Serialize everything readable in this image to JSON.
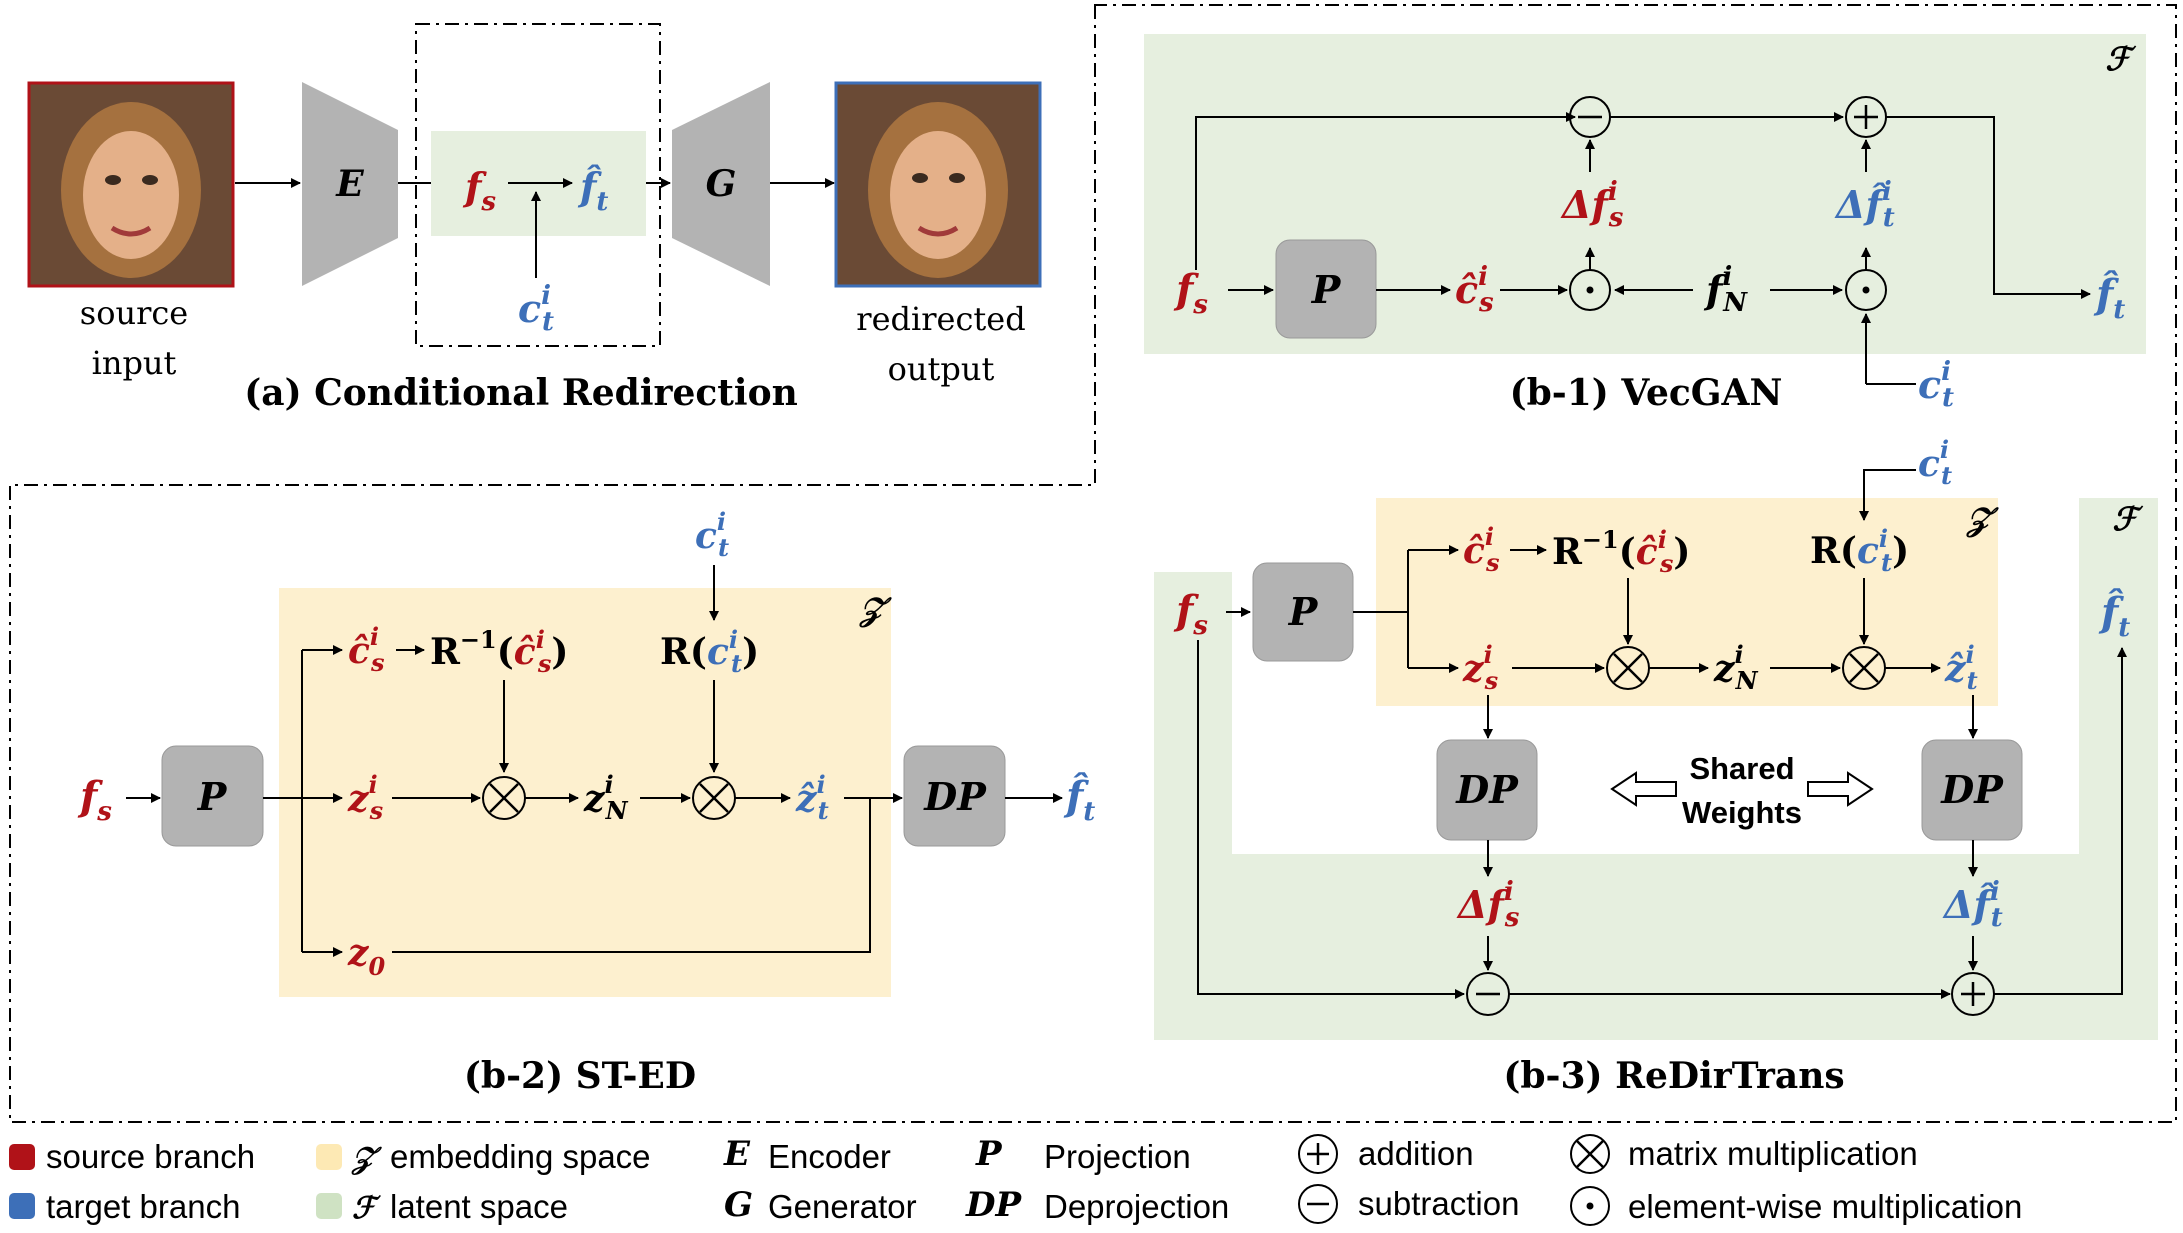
{
  "colors": {
    "source": "#b01218",
    "target": "#3d6fb8",
    "embedding": "#fdf0cf",
    "latent": "#e6efdf",
    "block": "#b3b3b3"
  },
  "panel_a": {
    "title": "(a) Conditional Redirection",
    "source_label": [
      "source",
      "input"
    ],
    "output_label": [
      "redirected",
      "output"
    ],
    "encoder": "E",
    "generator": "G",
    "fs": "f",
    "fs_sub": "s",
    "ft": "f",
    "ft_sub": "t",
    "ct": "c",
    "ct_sup": "i",
    "ct_sub": "t"
  },
  "panel_b1": {
    "title": "(b-1) VecGAN",
    "space": "ℱ",
    "projection": "P",
    "fs": "f",
    "fs_sub": "s",
    "cs_hat": "ĉ",
    "cs_sup": "i",
    "cs_sub": "s",
    "fn": "f",
    "fn_sup": "i",
    "fn_sub": "N",
    "dfs": "Δf",
    "dfs_sup": "i",
    "dfs_sub": "s",
    "dft": "Δf̂",
    "dft_sup": "i",
    "dft_sub": "t",
    "ft": "f̂",
    "ft_sub": "t",
    "ct": "c",
    "ct_sup": "i",
    "ct_sub": "t"
  },
  "panel_b2": {
    "title": "(b-2) ST-ED",
    "space": "𝒵",
    "projection": "P",
    "deprojection": "DP",
    "fs": "f",
    "fs_sub": "s",
    "cs_hat": "ĉ",
    "cs_sup": "i",
    "cs_sub": "s",
    "rinv": "R",
    "rinv_sup": "−1",
    "r": "R",
    "zs": "z",
    "zs_sup": "i",
    "zs_sub": "s",
    "zn": "z",
    "zn_sup": "i",
    "zn_sub": "N",
    "zt": "ẑ",
    "zt_sup": "i",
    "zt_sub": "t",
    "z0": "z",
    "z0_sub": "0",
    "ft": "f̂",
    "ft_sub": "t",
    "ct": "c",
    "ct_sup": "i",
    "ct_sub": "t"
  },
  "panel_b3": {
    "title": "(b-3) ReDirTrans",
    "space_z": "𝒵",
    "space_f": "ℱ",
    "projection": "P",
    "deprojection": "DP",
    "shared": [
      "Shared",
      "Weights"
    ],
    "fs": "f",
    "fs_sub": "s",
    "cs_hat": "ĉ",
    "cs_sup": "i",
    "cs_sub": "s",
    "rinv": "R",
    "rinv_sup": "−1",
    "r": "R",
    "zs": "z",
    "zs_sup": "i",
    "zs_sub": "s",
    "zn": "z",
    "zn_sup": "i",
    "zn_sub": "N",
    "zt": "ẑ",
    "zt_sup": "i",
    "zt_sub": "t",
    "dfs": "Δf",
    "dfs_sup": "i",
    "dfs_sub": "s",
    "dft": "Δf̂",
    "dft_sup": "i",
    "dft_sub": "t",
    "ft": "f̂",
    "ft_sub": "t",
    "ct": "c",
    "ct_sup": "i",
    "ct_sub": "t"
  },
  "legend": {
    "source_branch": "source branch",
    "target_branch": "target branch",
    "z_symbol": "𝒵",
    "z_space": "embedding space",
    "f_symbol": "ℱ",
    "f_space": "latent space",
    "e_symbol": "E",
    "e_text": "Encoder",
    "g_symbol": "G",
    "g_text": "Generator",
    "p_symbol": "P",
    "p_text": "Projection",
    "dp_symbol": "DP",
    "dp_text": "Deprojection",
    "add_text": "addition",
    "sub_text": "subtraction",
    "mat_text": "matrix multiplication",
    "elem_text": "element-wise multiplication"
  }
}
